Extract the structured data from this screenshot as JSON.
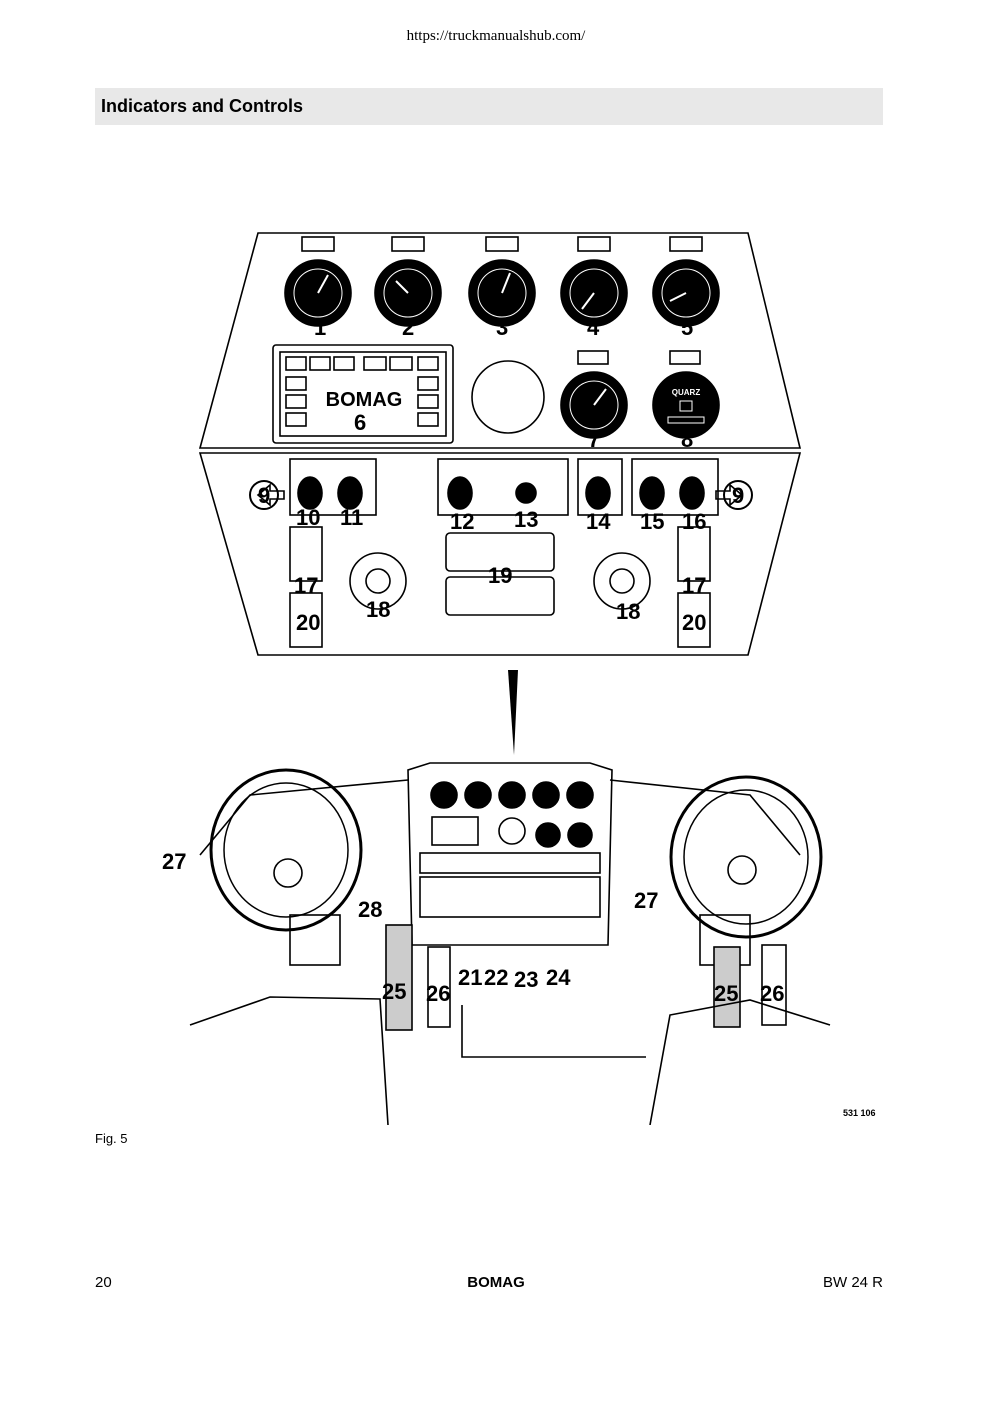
{
  "header": {
    "url": "https://truckmanualshub.com/"
  },
  "section": {
    "title": "Indicators and Controls"
  },
  "figure": {
    "brand_plate": "BOMAG",
    "hourmeter_label": "QUARZ",
    "callouts": [
      "1",
      "2",
      "3",
      "4",
      "5",
      "6",
      "7",
      "8",
      "9",
      "9",
      "10",
      "11",
      "12",
      "13",
      "14",
      "15",
      "16",
      "17",
      "17",
      "18",
      "18",
      "19",
      "20",
      "20",
      "21",
      "22",
      "23",
      "24",
      "25",
      "25",
      "26",
      "26",
      "27",
      "27",
      "28"
    ],
    "drawing_id": "531 106",
    "caption": "Fig. 5"
  },
  "footer": {
    "page": "20",
    "brand": "BOMAG",
    "model": "BW 24 R"
  }
}
